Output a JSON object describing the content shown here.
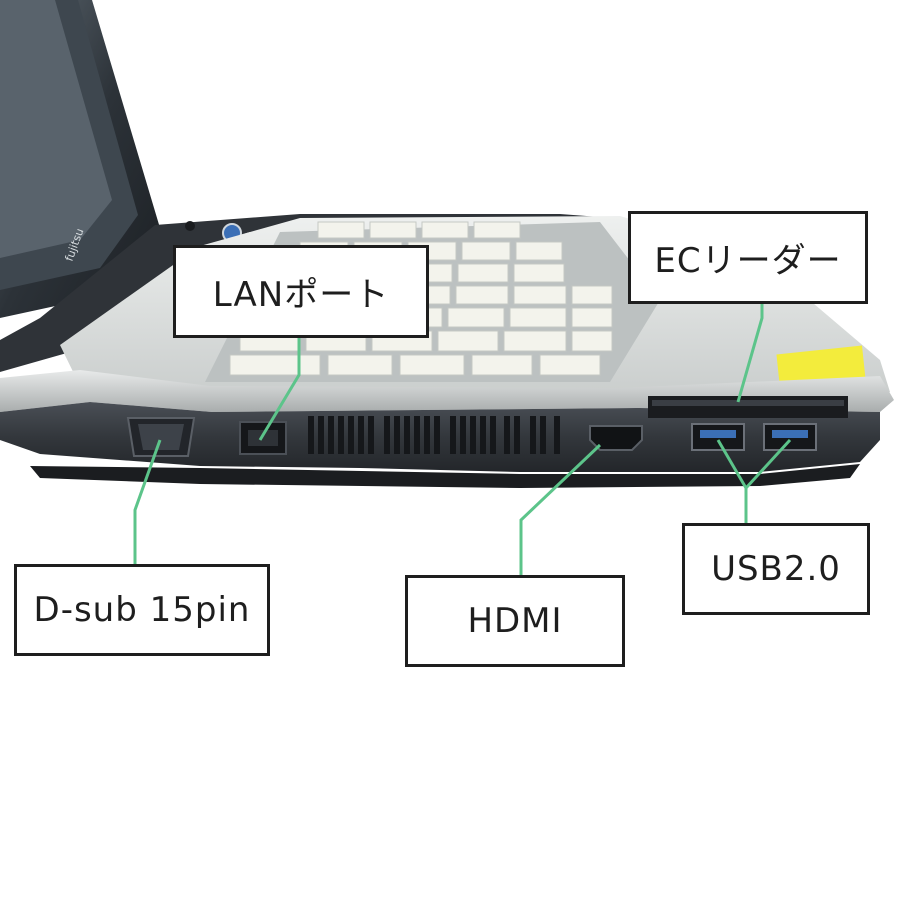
{
  "labels": {
    "lan": "LANポート",
    "ec_reader": "ECリーダー",
    "dsub": "D-sub 15pin",
    "hdmi": "HDMI",
    "usb": "USB2.0"
  },
  "colors": {
    "leader_line": "#5cc48a",
    "box_border": "#1e1e1e",
    "chassis": "#3a3d42",
    "palmrest": "#d9dcdc",
    "keys": "#f2f2ec"
  },
  "icons": [
    "laptop-photo",
    "vga-port-icon",
    "lan-port-icon",
    "vent-grille-icon",
    "hdmi-port-icon",
    "card-slot-icon",
    "usb-port-icon"
  ]
}
